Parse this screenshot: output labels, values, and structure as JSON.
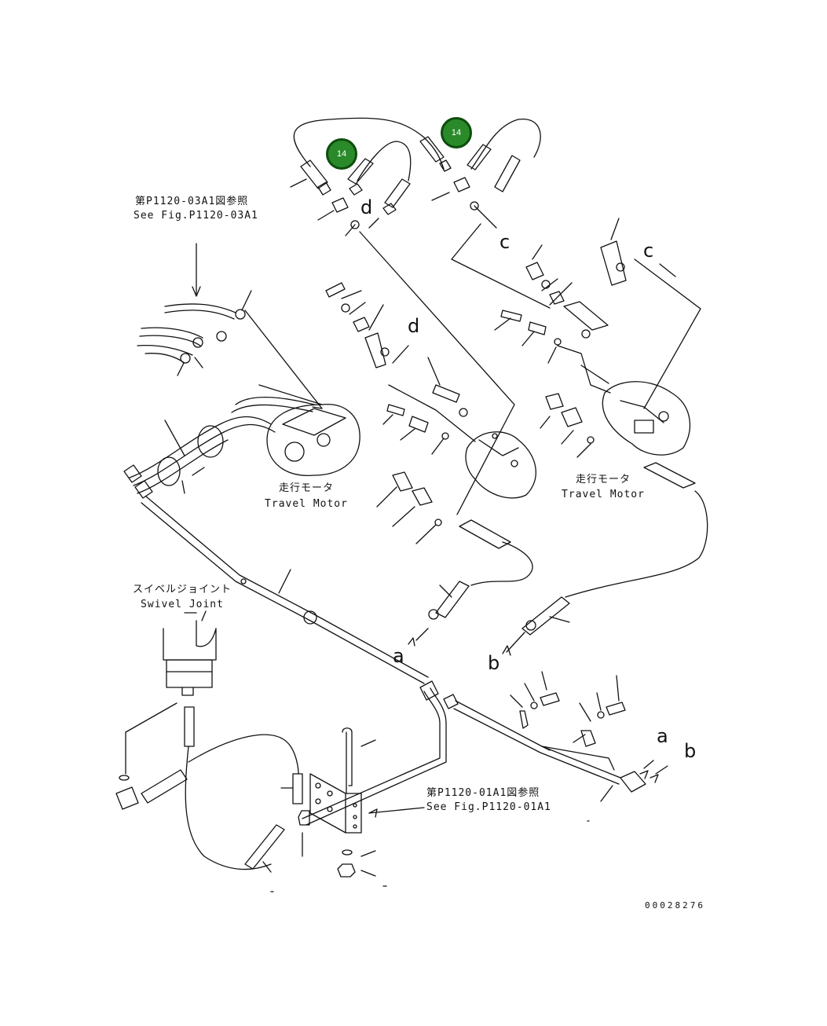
{
  "callouts": [
    {
      "number": "14"
    },
    {
      "number": "14"
    }
  ],
  "refs": {
    "fig_03a1_jp": "第P1120-03A1図参照",
    "fig_03a1_en": "See Fig.P1120-03A1",
    "fig_01a1_jp": "第P1120-01A1図参照",
    "fig_01a1_en": "See Fig.P1120-01A1"
  },
  "labels": {
    "travel_motor_left_jp": "走行モータ",
    "travel_motor_left_en": "Travel Motor",
    "travel_motor_right_jp": "走行モータ",
    "travel_motor_right_en": "Travel Motor",
    "swivel_joint_jp": "スイベルジョイント",
    "swivel_joint_en": "Swivel Joint"
  },
  "connection_letters": {
    "d_top": "d",
    "d_mid": "d",
    "c_left": "c",
    "c_right": "c",
    "a_mid": "a",
    "b_mid": "b",
    "a_right": "a",
    "b_right": "b"
  },
  "drawing_number": "00028276",
  "colors": {
    "callout_fill": "#2a8a2a",
    "callout_border": "#0d4d0d",
    "line": "#111111"
  }
}
